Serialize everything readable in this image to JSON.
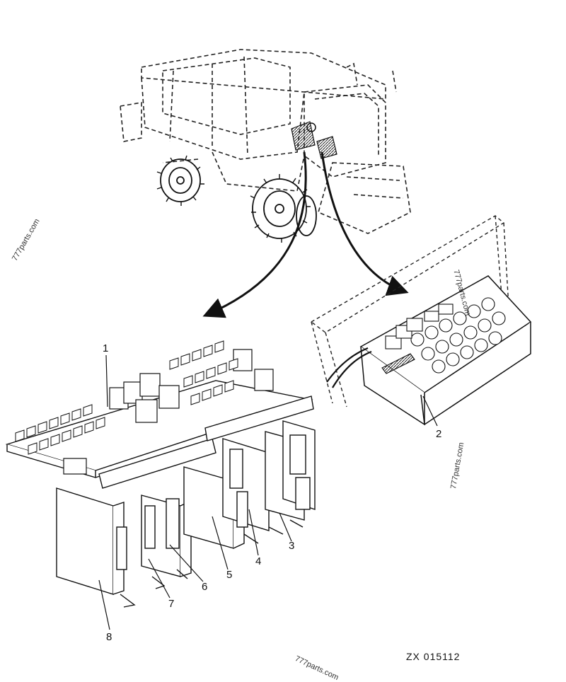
{
  "callouts": {
    "c1": "1",
    "c2": "2",
    "c3": "3",
    "c4": "4",
    "c5": "5",
    "c6": "6",
    "c7": "7",
    "c8": "8"
  },
  "document_id": "ZX 015112",
  "watermark": "777parts.com",
  "icons": {
    "vehicle": "combine-harvester-outline-icon",
    "board": "electronic-circuit-board-icon",
    "module": "electronic-control-module-icon",
    "arrows": "pointer-arrow-icon"
  }
}
